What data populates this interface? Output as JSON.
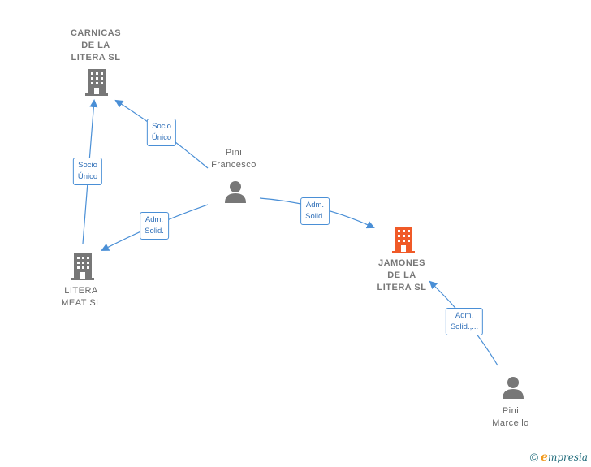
{
  "nodes": {
    "carnicas": {
      "label": "CARNICAS\nDE LA\nLITERA  SL",
      "icon": "building-icon",
      "color": "#777777"
    },
    "litera_meat": {
      "label": "LITERA\nMEAT  SL",
      "icon": "building-icon",
      "color": "#777777"
    },
    "jamones": {
      "label": "JAMONES\nDE LA\nLITERA  SL",
      "icon": "building-icon",
      "color": "#f05a28"
    },
    "pini_francesco": {
      "label": "Pini\nFrancesco",
      "icon": "person-icon",
      "color": "#777777"
    },
    "pini_marcello": {
      "label": "Pini\nMarcello",
      "icon": "person-icon",
      "color": "#777777"
    }
  },
  "edges": {
    "francesco_carnicas": "Socio\nÚnico",
    "meat_carnicas": "Socio\nÚnico",
    "francesco_meat": "Adm.\nSolid.",
    "francesco_jamones": "Adm.\nSolid.",
    "marcello_jamones": "Adm.\nSolid.,..."
  },
  "footer": {
    "copyright": "©",
    "brand_e": "e",
    "brand_rest": "mpresia"
  },
  "colors": {
    "edge": "#4a8fd6",
    "focus": "#f05a28",
    "neutral": "#777777"
  }
}
